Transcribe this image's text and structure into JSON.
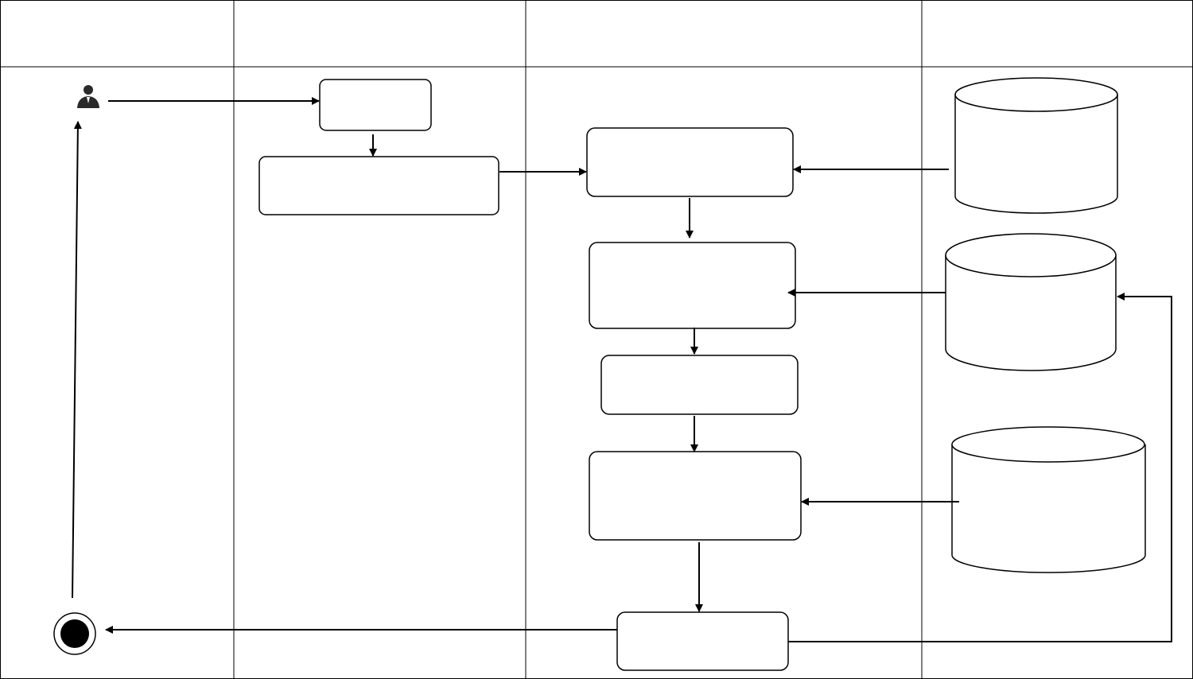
{
  "diagram": {
    "type": "swimlane-activity-diagram",
    "lanes": [
      {
        "title": ""
      },
      {
        "title": ""
      },
      {
        "title": ""
      },
      {
        "title": ""
      }
    ],
    "nodes": [
      {
        "id": "actor",
        "kind": "actor",
        "label": "",
        "icon": "user-icon"
      },
      {
        "id": "act1",
        "kind": "activity",
        "label": ""
      },
      {
        "id": "act2",
        "kind": "activity",
        "label": ""
      },
      {
        "id": "proc1",
        "kind": "activity",
        "label": ""
      },
      {
        "id": "proc2",
        "kind": "activity",
        "label": ""
      },
      {
        "id": "proc3",
        "kind": "activity",
        "label": ""
      },
      {
        "id": "proc4",
        "kind": "activity",
        "label": ""
      },
      {
        "id": "proc5",
        "kind": "activity",
        "label": ""
      },
      {
        "id": "db1",
        "kind": "datastore",
        "label": ""
      },
      {
        "id": "db2",
        "kind": "datastore",
        "label": ""
      },
      {
        "id": "db3",
        "kind": "datastore",
        "label": ""
      },
      {
        "id": "end",
        "kind": "final-node",
        "label": ""
      }
    ],
    "edges": [
      {
        "from": "actor",
        "to": "act1"
      },
      {
        "from": "act1",
        "to": "act2"
      },
      {
        "from": "act2",
        "to": "proc1"
      },
      {
        "from": "db1",
        "to": "proc1"
      },
      {
        "from": "proc1",
        "to": "proc2"
      },
      {
        "from": "db2",
        "to": "proc2"
      },
      {
        "from": "proc2",
        "to": "proc3"
      },
      {
        "from": "proc3",
        "to": "proc4"
      },
      {
        "from": "db3",
        "to": "proc4"
      },
      {
        "from": "proc4",
        "to": "proc5"
      },
      {
        "from": "proc5",
        "to": "db2"
      },
      {
        "from": "proc5",
        "to": "end"
      },
      {
        "from": "end",
        "to": "actor"
      }
    ]
  }
}
